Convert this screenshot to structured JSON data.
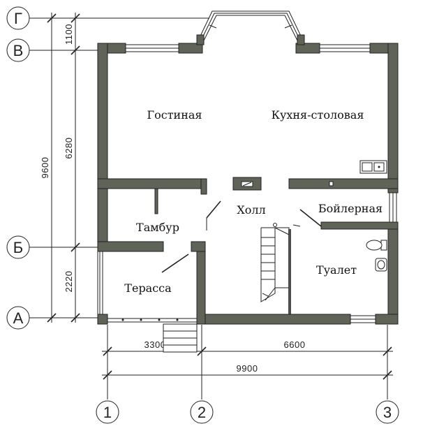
{
  "rooms": {
    "living": "Гостиная",
    "kitchen": "Кухня-столовая",
    "hall": "Холл",
    "vestibule": "Тамбур",
    "boiler": "Бойлерная",
    "terrace": "Терасса",
    "toilet": "Туалет"
  },
  "vertical_dimensions": {
    "total": "9600",
    "d1": "1100",
    "d2": "6280",
    "d3": "2220"
  },
  "horizontal_dimensions": {
    "d1": "3300",
    "d2": "6600",
    "total": "9900"
  },
  "axes_letters": [
    "Г",
    "В",
    "Б",
    "А"
  ],
  "axes_numbers": [
    "1",
    "2",
    "3"
  ],
  "colors": {
    "wall": "#5f6358",
    "line": "#222222"
  }
}
